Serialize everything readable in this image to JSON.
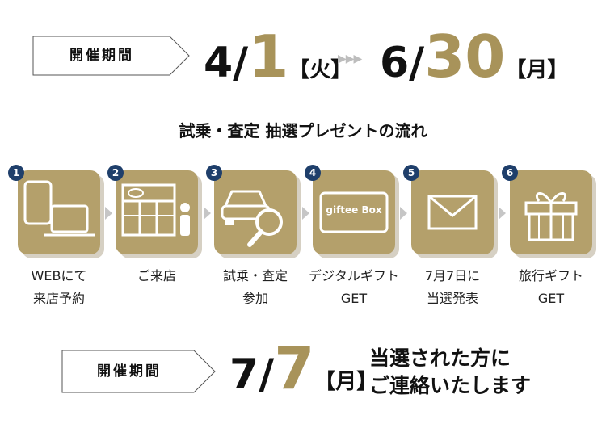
{
  "top": {
    "tag": "開催期間",
    "start_month": "4/",
    "start_day": "1",
    "start_weekday": "【火】",
    "arrows": "▶▶▶",
    "end_month": "6/",
    "end_day": "30",
    "end_weekday": "【月】"
  },
  "flow": {
    "title": "試乗・査定 抽選プレゼントの流れ",
    "steps": [
      {
        "num": "1",
        "label1": "WEBにて",
        "label2": "来店予約"
      },
      {
        "num": "2",
        "label1": "ご来店",
        "label2": ""
      },
      {
        "num": "3",
        "label1": "試乗・査定",
        "label2": "参加"
      },
      {
        "num": "4",
        "label1": "デジタルギフト",
        "label2": "GET",
        "card_text": "giftee Box"
      },
      {
        "num": "5",
        "label1": "7月7日に",
        "label2": "当選発表"
      },
      {
        "num": "6",
        "label1": "旅行ギフト",
        "label2": "GET"
      }
    ]
  },
  "bottom": {
    "tag": "開催期間",
    "month": "7/",
    "day": "7",
    "weekday": "【月】",
    "line1": "当選された方に",
    "line2": "ご連絡いたします"
  },
  "colors": {
    "gold": "#b4a06b",
    "gold_text": "#a8935a",
    "navy": "#1f3f6b"
  }
}
